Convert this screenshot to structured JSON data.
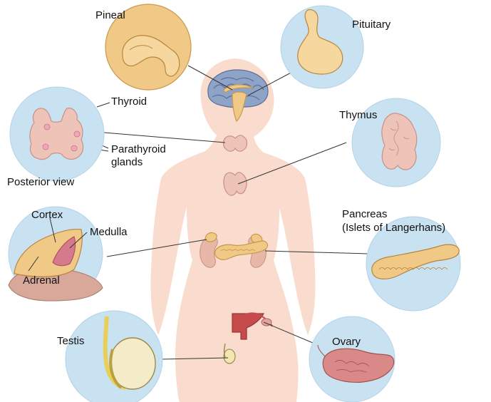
{
  "labels": {
    "pineal": "Pineal",
    "pituitary": "Pituitary",
    "thyroid": "Thyroid",
    "parathyroid_1": "Parathyroid",
    "parathyroid_2": "glands",
    "posterior_view": "Posterior view",
    "thymus": "Thymus",
    "cortex": "Cortex",
    "medulla": "Medulla",
    "adrenal": "Adrenal",
    "pancreas_1": "Pancreas",
    "pancreas_2": "(Islets of Langerhans)",
    "testis": "Testis",
    "ovary": "Ovary"
  },
  "colors": {
    "body": "#f9dccd",
    "circle": "#c8e2f2",
    "circle_edge": "#b4d2e8",
    "gland": "#f0c987",
    "gland_edge": "#c9974a",
    "tissue": "#eec3b8",
    "tissue_edge": "#c8918a",
    "leader": "#333333",
    "brain": "#8ea3c8",
    "ovary": "#d98a88",
    "uterus": "#c64b4b"
  }
}
